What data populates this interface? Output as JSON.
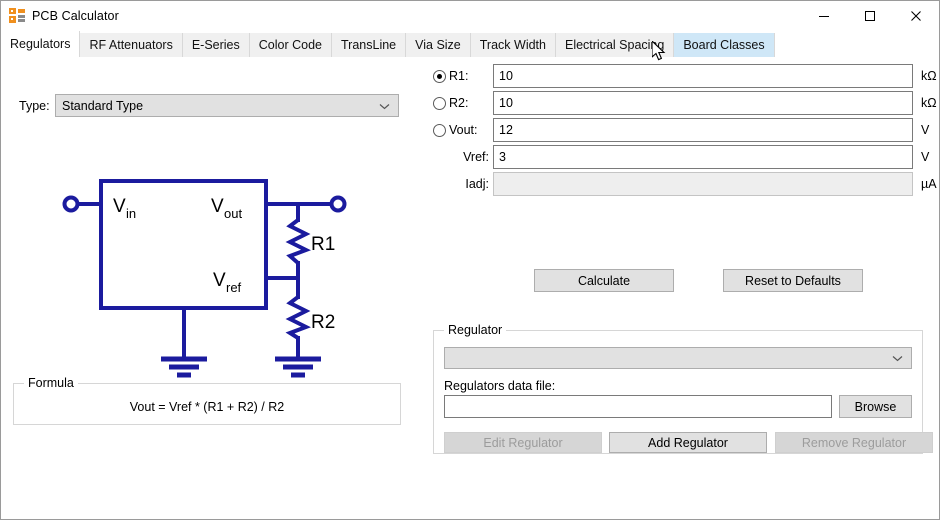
{
  "window": {
    "title": "PCB Calculator",
    "icon": "calculator-icon",
    "minimize_label": "—",
    "maximize_label": "□",
    "close_label": "✕"
  },
  "tabs": [
    {
      "label": "Regulators",
      "state": "active"
    },
    {
      "label": "RF Attenuators",
      "state": "normal"
    },
    {
      "label": "E-Series",
      "state": "normal"
    },
    {
      "label": "Color Code",
      "state": "normal"
    },
    {
      "label": "TransLine",
      "state": "normal"
    },
    {
      "label": "Via Size",
      "state": "normal"
    },
    {
      "label": "Track Width",
      "state": "normal"
    },
    {
      "label": "Electrical Spacing",
      "state": "normal"
    },
    {
      "label": "Board Classes",
      "state": "hover"
    }
  ],
  "left_panel": {
    "type_label": "Type:",
    "type_value": "Standard Type",
    "schematic": {
      "vin_label": "V",
      "vin_sub": "in",
      "vout_label": "V",
      "vout_sub": "out",
      "vref_label": "V",
      "vref_sub": "ref",
      "r1_label": "R1",
      "r2_label": "R2",
      "line_color": "#1b1b9e"
    },
    "formula_group": {
      "legend": "Formula",
      "text": "Vout = Vref * (R1 + R2) / R2"
    }
  },
  "right_panel": {
    "fields": [
      {
        "name": "r1",
        "radio": true,
        "checked": true,
        "label": "R1:",
        "value": "10",
        "unit": "kΩ",
        "disabled": false
      },
      {
        "name": "r2",
        "radio": true,
        "checked": false,
        "label": "R2:",
        "value": "10",
        "unit": "kΩ",
        "disabled": false
      },
      {
        "name": "vout",
        "radio": true,
        "checked": false,
        "label": "Vout:",
        "value": "12",
        "unit": "V",
        "disabled": false
      },
      {
        "name": "vref",
        "radio": false,
        "checked": false,
        "label": "Vref:",
        "value": "3",
        "unit": "V",
        "disabled": false
      },
      {
        "name": "iadj",
        "radio": false,
        "checked": false,
        "label": "Iadj:",
        "value": "",
        "unit": "µA",
        "disabled": true
      }
    ],
    "calculate_label": "Calculate",
    "reset_label": "Reset to Defaults",
    "regulator_group": {
      "legend": "Regulator",
      "select_value": "",
      "datafile_label": "Regulators data file:",
      "datafile_value": "",
      "browse_label": "Browse",
      "edit_label": "Edit Regulator",
      "add_label": "Add Regulator",
      "remove_label": "Remove Regulator"
    }
  }
}
